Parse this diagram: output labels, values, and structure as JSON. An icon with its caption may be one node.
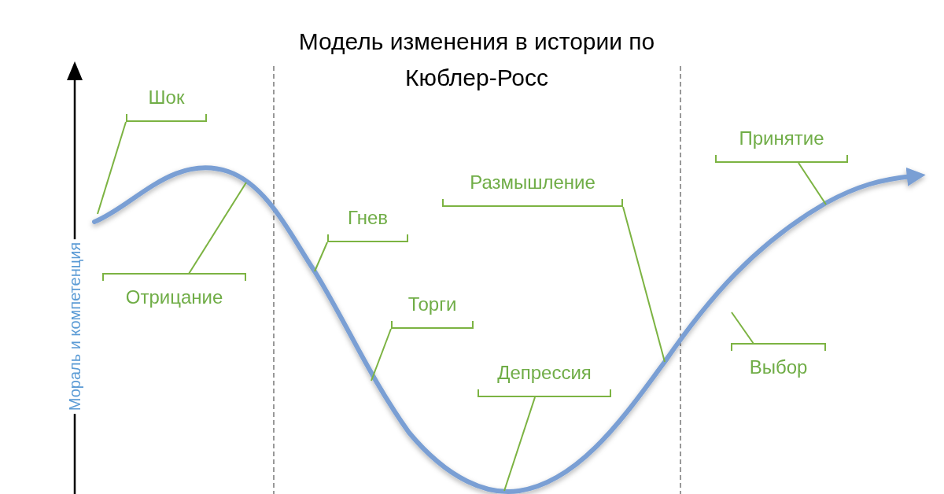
{
  "diagram": {
    "title": "Модель изменения в истории по Кюблер-Росс",
    "nodes": [
      {
        "text": [
          "Шок"
        ]
      },
      {
        "text": [
          "Отрицание"
        ]
      },
      {
        "text": [
          "Гнев"
        ]
      },
      {
        "text": [
          "Торги"
        ]
      },
      {
        "text": [
          "Размышление"
        ]
      },
      {
        "text": [
          "Депрессия"
        ]
      },
      {
        "text": [
          "Принятие"
        ]
      },
      {
        "text": [
          "Выбор"
        ]
      }
    ],
    "edges": [
      {
        "from": 0,
        "to": null,
        "arrow": "none"
      },
      {
        "from": 1,
        "to": null,
        "arrow": "none"
      },
      {
        "from": 2,
        "to": null,
        "arrow": "none"
      },
      {
        "from": 3,
        "to": null,
        "arrow": "none"
      },
      {
        "from": 4,
        "to": null,
        "arrow": "none"
      },
      {
        "from": 5,
        "to": null,
        "arrow": "none"
      },
      {
        "from": 6,
        "to": null,
        "arrow": "none"
      },
      {
        "from": 7,
        "to": null,
        "arrow": "none"
      }
    ],
    "labels": [
      "Мораль и компетенция"
    ]
  }
}
